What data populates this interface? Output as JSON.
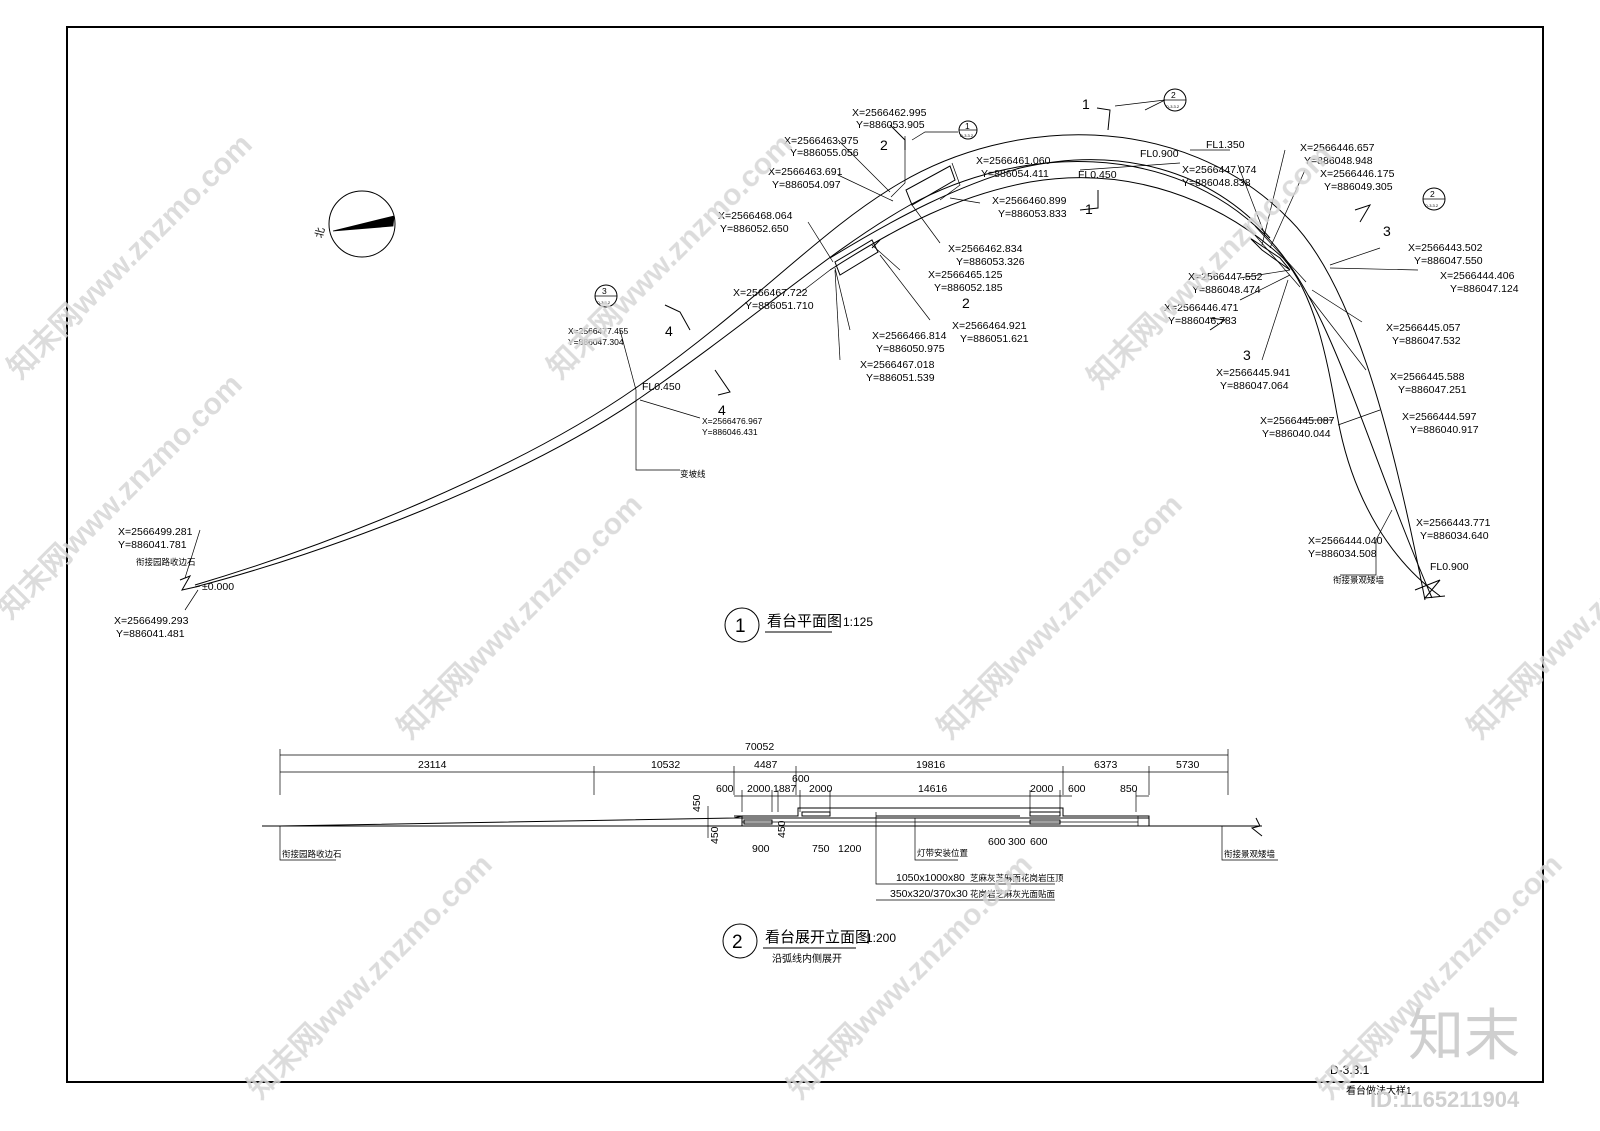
{
  "plan": {
    "title": "看台平面图",
    "number": "1",
    "scale": "1:125",
    "north": "北",
    "elevations": [
      "±0.000",
      "FL0.450",
      "FL0.450",
      "FL0.900",
      "FL1.350",
      "FL0.900"
    ],
    "notes": [
      "衔接园路收边石",
      "变坡线",
      "衔接景观矮墙"
    ],
    "section_marks": [
      "1",
      "1",
      "2",
      "2",
      "3",
      "3",
      "4",
      "4"
    ],
    "detail_refs": [
      {
        "number": "1",
        "sheet": "D-3.3.2"
      },
      {
        "number": "2",
        "sheet": "D-3.3.2"
      },
      {
        "number": "2",
        "sheet": "D-3.3.2"
      },
      {
        "number": "3",
        "sheet": "D-3.3.2"
      }
    ],
    "coordinates": [
      {
        "x": "X=2566462.995",
        "y": "Y=886053.905"
      },
      {
        "x": "X=2566463.975",
        "y": "Y=886055.056"
      },
      {
        "x": "X=2566463.691",
        "y": "Y=886054.097"
      },
      {
        "x": "X=2566468.064",
        "y": "Y=886052.650"
      },
      {
        "x": "X=2566467.722",
        "y": "Y=886051.710"
      },
      {
        "x": "X=2566477.455",
        "y": "Y=886047.304"
      },
      {
        "x": "X=2566476.967",
        "y": "Y=886046.431"
      },
      {
        "x": "X=2566499.281",
        "y": "Y=886041.781"
      },
      {
        "x": "X=2566499.293",
        "y": "Y=886041.481"
      },
      {
        "x": "X=2566461.060",
        "y": "Y=886054.411"
      },
      {
        "x": "X=2566460.899",
        "y": "Y=886053.833"
      },
      {
        "x": "X=2566462.834",
        "y": "Y=886053.326"
      },
      {
        "x": "X=2566465.125",
        "y": "Y=886052.185"
      },
      {
        "x": "X=2566464.921",
        "y": "Y=886051.621"
      },
      {
        "x": "X=2566466.814",
        "y": "Y=886050.975"
      },
      {
        "x": "X=2566467.018",
        "y": "Y=886051.539"
      },
      {
        "x": "X=2566447.074",
        "y": "Y=886048.838"
      },
      {
        "x": "X=2566446.657",
        "y": "Y=886048.948"
      },
      {
        "x": "X=2566446.175",
        "y": "Y=886049.305"
      },
      {
        "x": "X=2566447.552",
        "y": "Y=886048.474"
      },
      {
        "x": "X=2566446.471",
        "y": "Y=886046.783"
      },
      {
        "x": "X=2566445.941",
        "y": "Y=886047.064"
      },
      {
        "x": "X=2566443.502",
        "y": "Y=886047.550"
      },
      {
        "x": "X=2566444.406",
        "y": "Y=886047.124"
      },
      {
        "x": "X=2566445.057",
        "y": "Y=886047.532"
      },
      {
        "x": "X=2566445.588",
        "y": "Y=886047.251"
      },
      {
        "x": "X=2566445.087",
        "y": "Y=886040.044"
      },
      {
        "x": "X=2566444.597",
        "y": "Y=886040.917"
      },
      {
        "x": "X=2566443.771",
        "y": "Y=886034.640"
      },
      {
        "x": "X=2566444.040",
        "y": "Y=886034.508"
      }
    ]
  },
  "elevation": {
    "title": "看台展开立面图",
    "number": "2",
    "scale": "1:200",
    "subtitle": "沿弧线内侧展开",
    "dims_total": "70052",
    "dims_row1": [
      "23114",
      "10532",
      "4487",
      "19816",
      "6373",
      "5730"
    ],
    "dims_row2": [
      "600",
      "2000",
      "1887",
      "600",
      "2000",
      "14616",
      "2000",
      "600",
      "850"
    ],
    "dims_vert": [
      "450",
      "450",
      "450"
    ],
    "dims_below": [
      "900",
      "750",
      "1200",
      "600",
      "300",
      "600"
    ],
    "notes": [
      "衔接园路收边石",
      "衔接景观矮墙",
      "灯带安装位置"
    ],
    "material_lines": [
      {
        "size": "1050x1000x80",
        "desc": "芝麻灰芝麻面花岗岩压顶"
      },
      {
        "size": "350x320/370x30",
        "desc": "花岗岩芝麻灰光面贴面"
      }
    ]
  },
  "sheet": {
    "code": "D-3.3.1",
    "name": "看台做法大样1"
  },
  "watermark": {
    "text": "知末网www.znzmo.com",
    "logo": "知末",
    "id": "ID:1165211904"
  }
}
